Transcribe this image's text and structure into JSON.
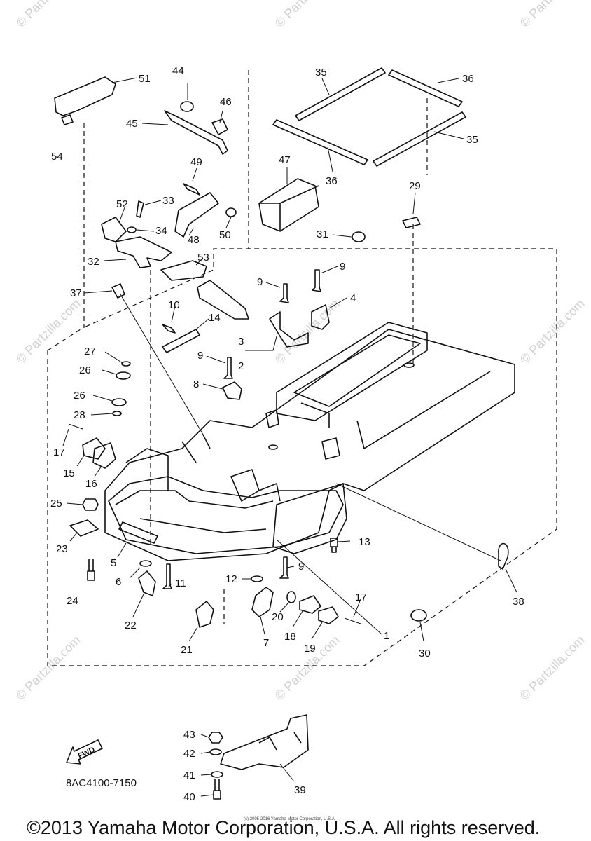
{
  "diagram": {
    "part_numbers": [
      "1",
      "2",
      "3",
      "4",
      "5",
      "6",
      "7",
      "8",
      "9",
      "9",
      "9",
      "9",
      "10",
      "11",
      "12",
      "13",
      "14",
      "15",
      "16",
      "17",
      "17",
      "18",
      "19",
      "20",
      "21",
      "22",
      "23",
      "24",
      "25",
      "26",
      "26",
      "27",
      "28",
      "29",
      "30",
      "31",
      "32",
      "33",
      "34",
      "35",
      "35",
      "36",
      "36",
      "37",
      "38",
      "39",
      "40",
      "41",
      "42",
      "43",
      "44",
      "45",
      "46",
      "47",
      "48",
      "49",
      "50",
      "51",
      "52",
      "53",
      "54"
    ],
    "drawing_code": "8AC4100-7150",
    "fwd_label": "FWD",
    "copyright": "©2013 Yamaha Motor Corporation, U.S.A. All rights reserved.",
    "small_copyright": "(c) 2005-2016 Yamaha Motor Corporation, U.S.A.",
    "watermark_text": "© Partzilla.com"
  }
}
